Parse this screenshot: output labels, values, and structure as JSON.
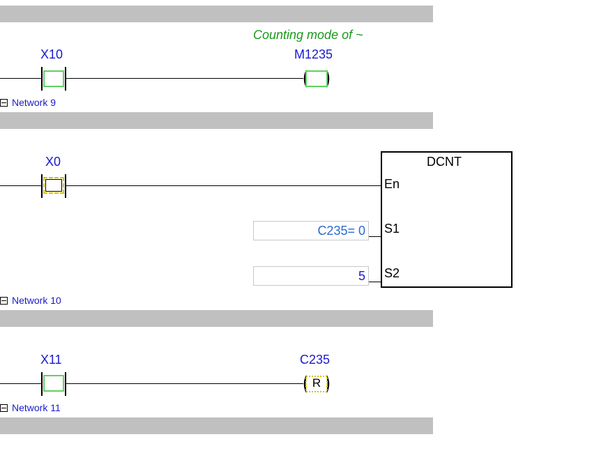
{
  "networks": [
    {
      "network_label": "Network 9",
      "comment": "Counting mode of ~",
      "contact": "X10",
      "coil": "M1235",
      "coil_text": ""
    },
    {
      "network_label": "Network 10",
      "contact": "X0",
      "block": {
        "name": "DCNT",
        "pins": [
          "En",
          "S1",
          "S2"
        ],
        "s1_value": "C235= 0",
        "s2_value": "5"
      }
    },
    {
      "network_label": "Network 11",
      "contact": "X11",
      "coil": "C235",
      "coil_text": "R"
    }
  ],
  "colors": {
    "label": "#1a1acc",
    "comment": "#1a9a1a",
    "contact": "#5fd25f",
    "bar": "#c0c0c0"
  }
}
